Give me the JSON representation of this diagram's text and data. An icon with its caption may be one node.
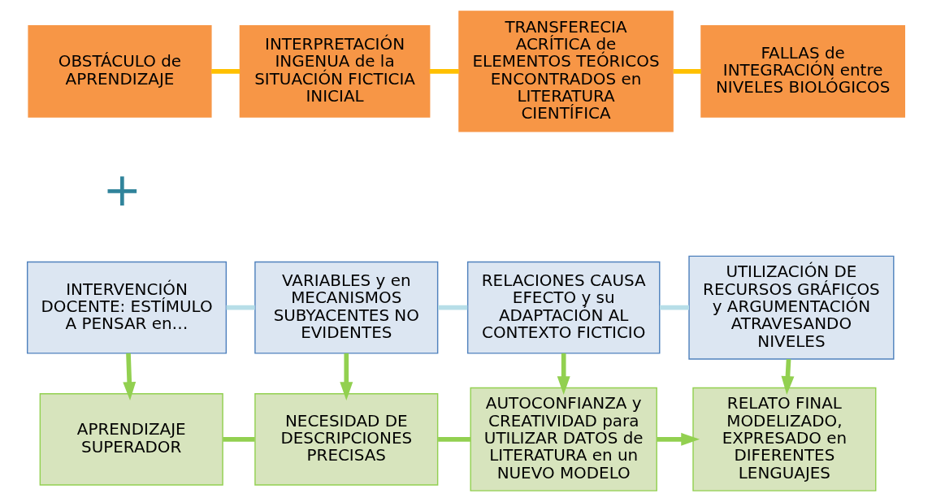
{
  "diagram": {
    "nodes": [
      {
        "text": [
          "OBSTÁCULO de APRENDIZAJE"
        ]
      },
      {
        "text": [
          "INTERPRETACIÓN INGENUA de la SITUACIÓN FICTICIA INICIAL"
        ]
      },
      {
        "text": [
          "TRANSFERECIA ACRÍTICA de ELEMENTOS TEÓRICOS ENCONTRADOS en LITERATURA CIENTÍFICA"
        ]
      },
      {
        "text": [
          "FALLAS de INTEGRACIÓN entre NIVELES BIOLÓGICOS"
        ]
      },
      {
        "text": [
          "INTERVENCIÓN DOCENTE: ESTÍMULO A PENSAR en…"
        ]
      },
      {
        "text": [
          "VARIABLES y en MECANISMOS SUBYACENTES NO EVIDENTES"
        ]
      },
      {
        "text": [
          "RELACIONES CAUSA EFECTO y su ADAPTACIÓN AL CONTEXTO FICTICIO"
        ]
      },
      {
        "text": [
          "UTILIZACIÓN DE RECURSOS GRÁFICOS y ARGUMENTACIÓN ATRAVESANDO NIVELES"
        ]
      },
      {
        "text": [
          "APRENDIZAJE SUPERADOR"
        ]
      },
      {
        "text": [
          "NECESIDAD DE DESCRIPCIONES PRECISAS"
        ]
      },
      {
        "text": [
          "AUTOCONFIANZA y CREATIVIDAD para UTILIZAR DATOS de LITERATURA en un NUEVO MODELO"
        ]
      },
      {
        "text": [
          "RELATO FINAL MODELIZADO, EXPRESADO en DIFERENTES LENGUAJES"
        ]
      }
    ],
    "edges": [
      {
        "from": 0,
        "to": 1,
        "arrow": "none",
        "color": "#ffc000"
      },
      {
        "from": 1,
        "to": 2,
        "arrow": "none",
        "color": "#ffc000"
      },
      {
        "from": 2,
        "to": 3,
        "arrow": "none",
        "color": "#ffc000"
      },
      {
        "from": 4,
        "to": 5,
        "arrow": "none",
        "color": "#b7dee8"
      },
      {
        "from": 5,
        "to": 6,
        "arrow": "none",
        "color": "#b7dee8"
      },
      {
        "from": 6,
        "to": 7,
        "arrow": "none",
        "color": "#b7dee8"
      },
      {
        "from": 4,
        "to": 8,
        "arrow": "to"
      },
      {
        "from": 5,
        "to": 9,
        "arrow": "to"
      },
      {
        "from": 6,
        "to": 10,
        "arrow": "to"
      },
      {
        "from": 7,
        "to": 11,
        "arrow": "to"
      },
      {
        "from": 8,
        "to": 9,
        "arrow": "none"
      },
      {
        "from": 9,
        "to": 10,
        "arrow": "none"
      },
      {
        "from": 10,
        "to": 11,
        "arrow": "to"
      }
    ],
    "labels": [
      "+"
    ]
  }
}
